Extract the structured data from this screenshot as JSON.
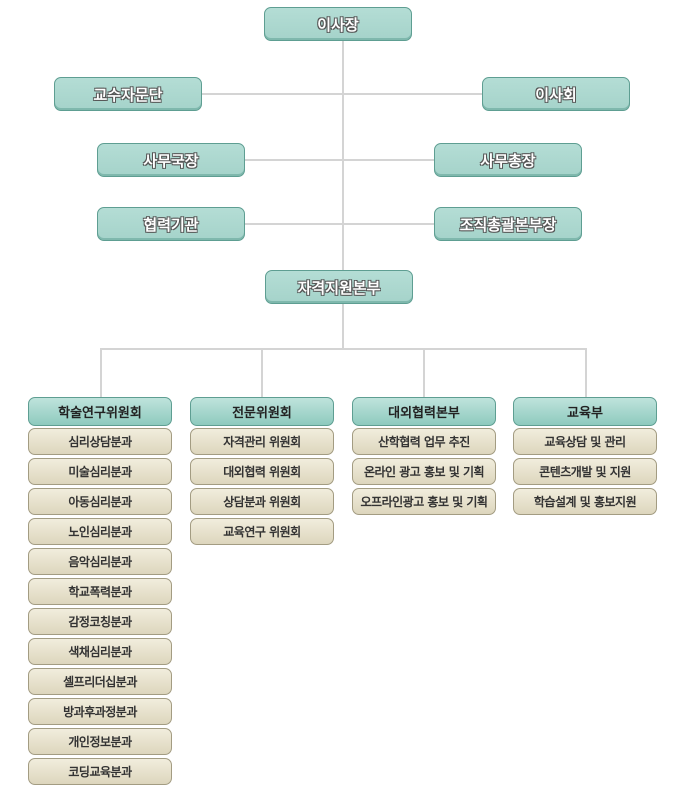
{
  "top": {
    "chairman": "이사장",
    "advisory": "교수자문단",
    "board": "이사회",
    "secretary_general": "사무국장",
    "general_manager": "사무총장",
    "partners": "협력기관",
    "org_director": "조직총괄본부장",
    "cert_hq": "자격지원본부"
  },
  "columns": [
    {
      "title": "학술연구위원회",
      "items": [
        "심리상담분과",
        "미술심리분과",
        "아동심리분과",
        "노인심리분과",
        "음악심리분과",
        "학교폭력분과",
        "감정코칭분과",
        "색채심리분과",
        "셀프리더십분과",
        "방과후과정분과",
        "개인정보분과",
        "코딩교육분과"
      ]
    },
    {
      "title": "전문위원회",
      "items": [
        "자격관리 위원회",
        "대외협력 위원회",
        "상담분과 위원회",
        "교육연구 위원회"
      ]
    },
    {
      "title": "대외협력본부",
      "items": [
        "산학협력 업무 추진",
        "온라인 광고 홍보 및 기획",
        "오프라인광고 홍보 및 기획"
      ]
    },
    {
      "title": "교육부",
      "items": [
        "교육상담 및 관리",
        "콘텐츠개발 및 지원",
        "학습설계 및 홍보지원"
      ]
    }
  ]
}
